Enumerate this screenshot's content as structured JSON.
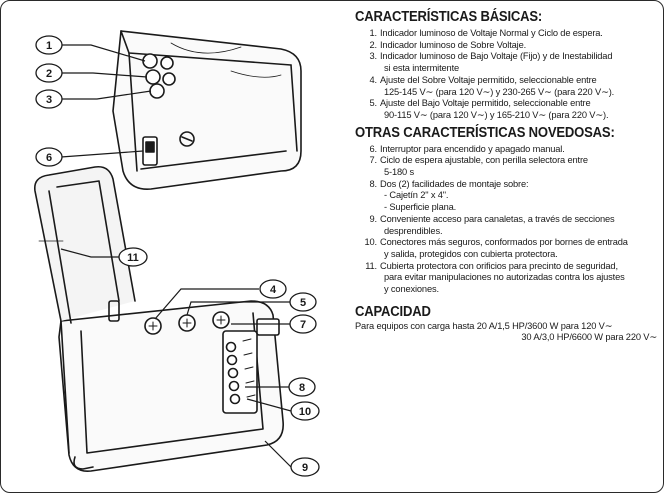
{
  "basic": {
    "title": "CARACTERÍSTICAS BÁSICAS:",
    "items": [
      {
        "num": "1.",
        "lines": [
          "Indicador luminoso de Voltaje Normal y Ciclo de espera."
        ]
      },
      {
        "num": "2.",
        "lines": [
          "Indicador luminoso de Sobre Voltaje."
        ]
      },
      {
        "num": "3.",
        "lines": [
          "Indicador luminoso de Bajo Voltaje (Fijo) y de Inestabilidad",
          "si esta intermitente"
        ]
      },
      {
        "num": "4.",
        "lines": [
          "Ajuste del Sobre Voltaje permitido, seleccionable entre",
          "125-145 V∼ (para 120 V∼) y 230-265 V∼ (para 220 V∼)."
        ]
      },
      {
        "num": "5.",
        "lines": [
          "Ajuste del Bajo Voltaje permitido, seleccionable entre",
          "90-115 V∼ (para 120 V∼) y 165-210 V∼ (para 220 V∼)."
        ]
      }
    ]
  },
  "other": {
    "title": "OTRAS CARACTERÍSTICAS NOVEDOSAS:",
    "items": [
      {
        "num": "6.",
        "lines": [
          "Interruptor para encendido y apagado manual."
        ]
      },
      {
        "num": "7.",
        "lines": [
          "Ciclo de espera ajustable, con perilla selectora entre",
          "5-180 s"
        ]
      },
      {
        "num": "8.",
        "lines": [
          "Dos (2) facilidades de montaje sobre:",
          "- Cajetín 2\" x 4\".",
          "  - Superficie plana."
        ]
      },
      {
        "num": "9.",
        "lines": [
          "Conveniente acceso para canaletas, a través de secciones",
          "desprendibles."
        ]
      },
      {
        "num": "10.",
        "lines": [
          "Conectores más seguros, conformados por bornes de entrada",
          "y salida, protegidos con cubierta protectora."
        ]
      },
      {
        "num": "11.",
        "lines": [
          "Cubierta protectora con orificios para precinto de seguridad,",
          "para evitar manipulaciones no autorizadas contra los ajustes",
          "y conexiones."
        ]
      }
    ]
  },
  "capacity": {
    "title": "CAPACIDAD",
    "line1": "Para equipos con carga hasta 20 A/1,5 HP/3600 W para 120 V∼",
    "line2": "30 A/3,0 HP/6600 W para 220 V∼"
  },
  "callouts": [
    "1",
    "2",
    "3",
    "4",
    "5",
    "6",
    "7",
    "8",
    "9",
    "10",
    "11"
  ]
}
